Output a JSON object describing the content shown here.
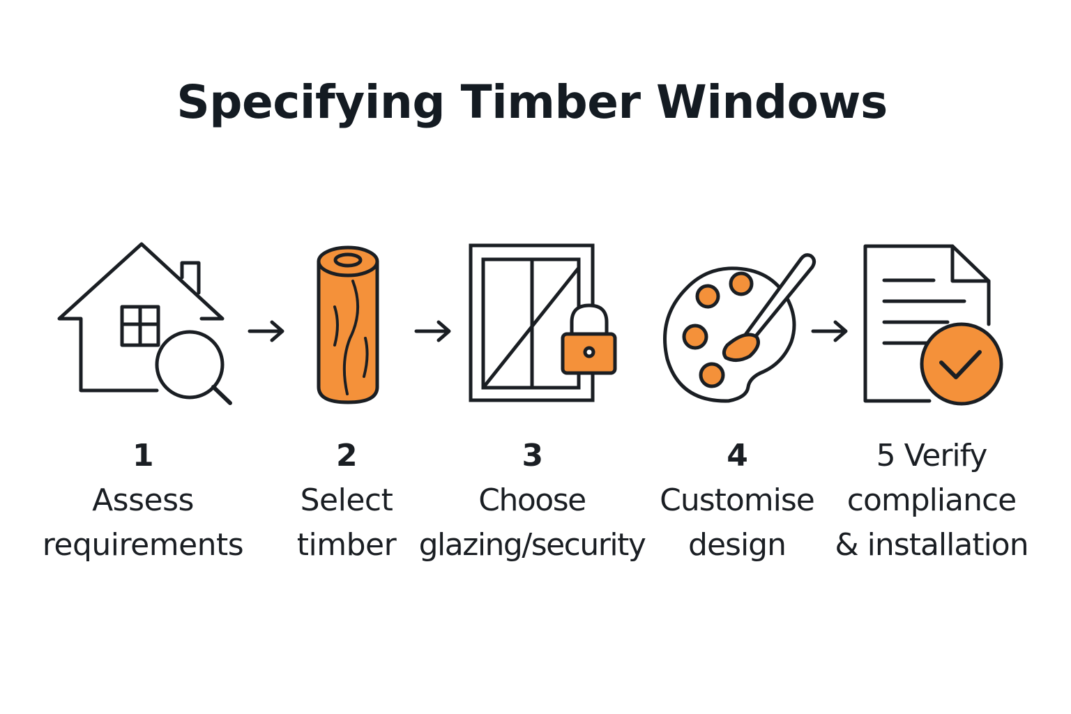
{
  "title": "Specifying Timber Windows",
  "colors": {
    "ink": "#1a1e23",
    "accent": "#f4913a"
  },
  "steps": [
    {
      "number": "1",
      "line1": "Assess",
      "line2": "requirements",
      "icon": "house-magnifier-icon"
    },
    {
      "number": "2",
      "line1": "Select",
      "line2": "timber",
      "icon": "timber-log-icon"
    },
    {
      "number": "3",
      "line1": "Choose",
      "line2": "glazing/security",
      "icon": "window-padlock-icon"
    },
    {
      "number": "4",
      "line1": "Customise",
      "line2": "design",
      "icon": "paint-palette-icon"
    },
    {
      "number": "5 Verify",
      "line1": "compliance",
      "line2": "& installation",
      "icon": "document-checkmark-icon"
    }
  ]
}
